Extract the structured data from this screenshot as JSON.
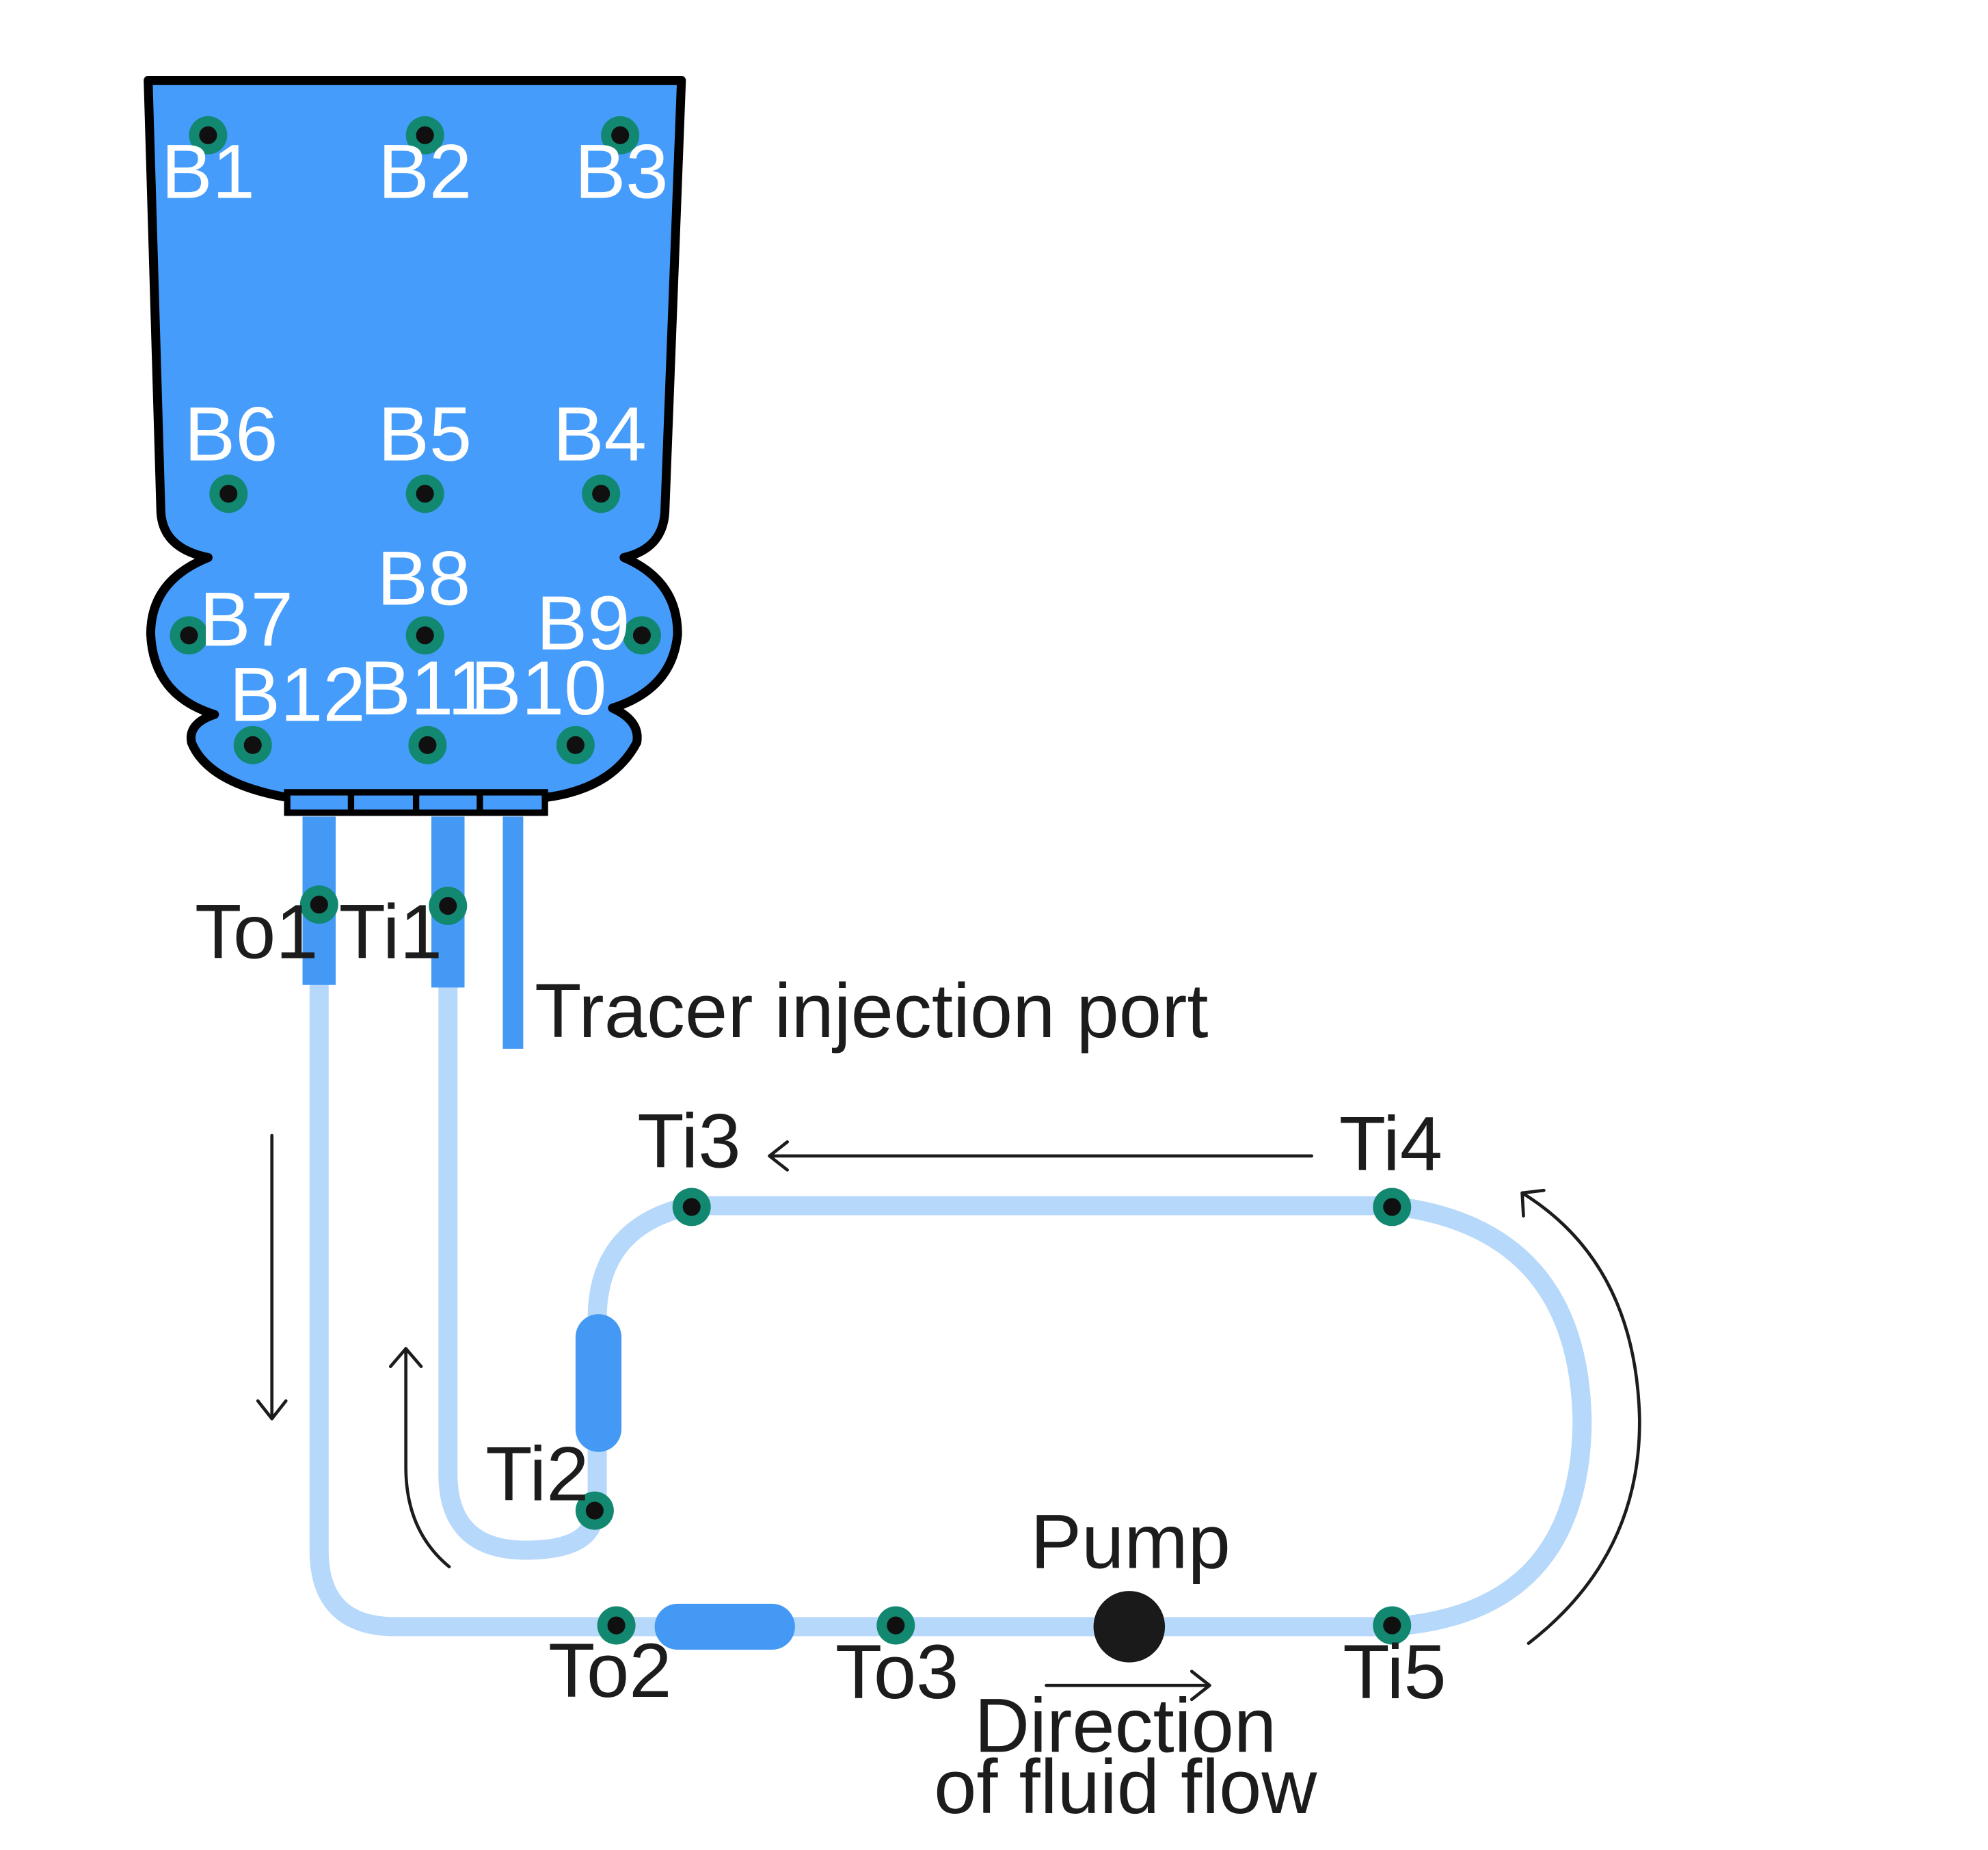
{
  "colors": {
    "vessel": "#459cfb",
    "vessel_outline": "#000000",
    "tube": "#b6d8fb",
    "tube_dark": "#4499f5",
    "sensor_ring": "#138870",
    "sensor_core": "#101010",
    "pump": "#1a1a1a",
    "arrow": "#1c1c1c"
  },
  "vessel_sensors": [
    "B1",
    "B2",
    "B3",
    "B4",
    "B5",
    "B6",
    "B7",
    "B8",
    "B9",
    "B10",
    "B11",
    "B12"
  ],
  "tube_sensors": [
    "To1",
    "Ti1",
    "Ti2",
    "Ti3",
    "Ti4",
    "Ti5",
    "To2",
    "To3"
  ],
  "labels": {
    "tracer": "Tracer injection port",
    "pump": "Pump",
    "flow_line1": "Direction",
    "flow_line2": "of fluid flow"
  },
  "icons": [
    "pump-icon",
    "flow-arrow-icon"
  ]
}
